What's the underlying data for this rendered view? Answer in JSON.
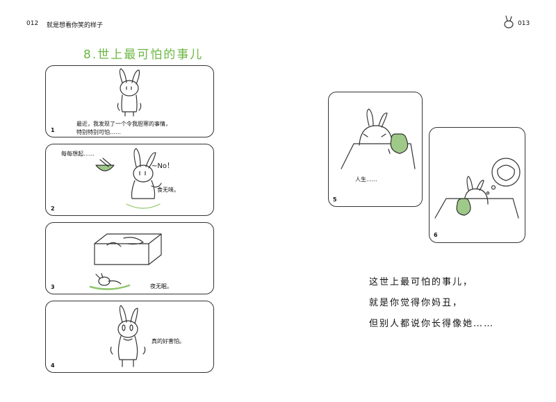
{
  "header": {
    "left_page_number": "012",
    "left_book_title": "就是想看你笑的样子",
    "right_page_number": "013"
  },
  "chapter_title": "8.世上最可怕的事儿",
  "panels": [
    {
      "number": "1",
      "text_line1": "最近，我发现了一个令我胆寒的事情，",
      "text_line2": "特别特别可怕……"
    },
    {
      "number": "2",
      "text_top": "每每想起……",
      "exclaim": "~No！",
      "text_side": "食无味。"
    },
    {
      "number": "3",
      "text": "夜无眠。"
    },
    {
      "number": "4",
      "text": "真的好害怕。"
    },
    {
      "number": "5",
      "text": "人生……"
    },
    {
      "number": "6"
    }
  ],
  "poem": [
    "这世上最可怕的事儿，",
    "就是你觉得你妈丑，",
    "但别人都说你长得像她……"
  ],
  "colors": {
    "title_green": "#6bb642",
    "grass_green": "#8fc56a",
    "bag_green": "#9fc988"
  }
}
